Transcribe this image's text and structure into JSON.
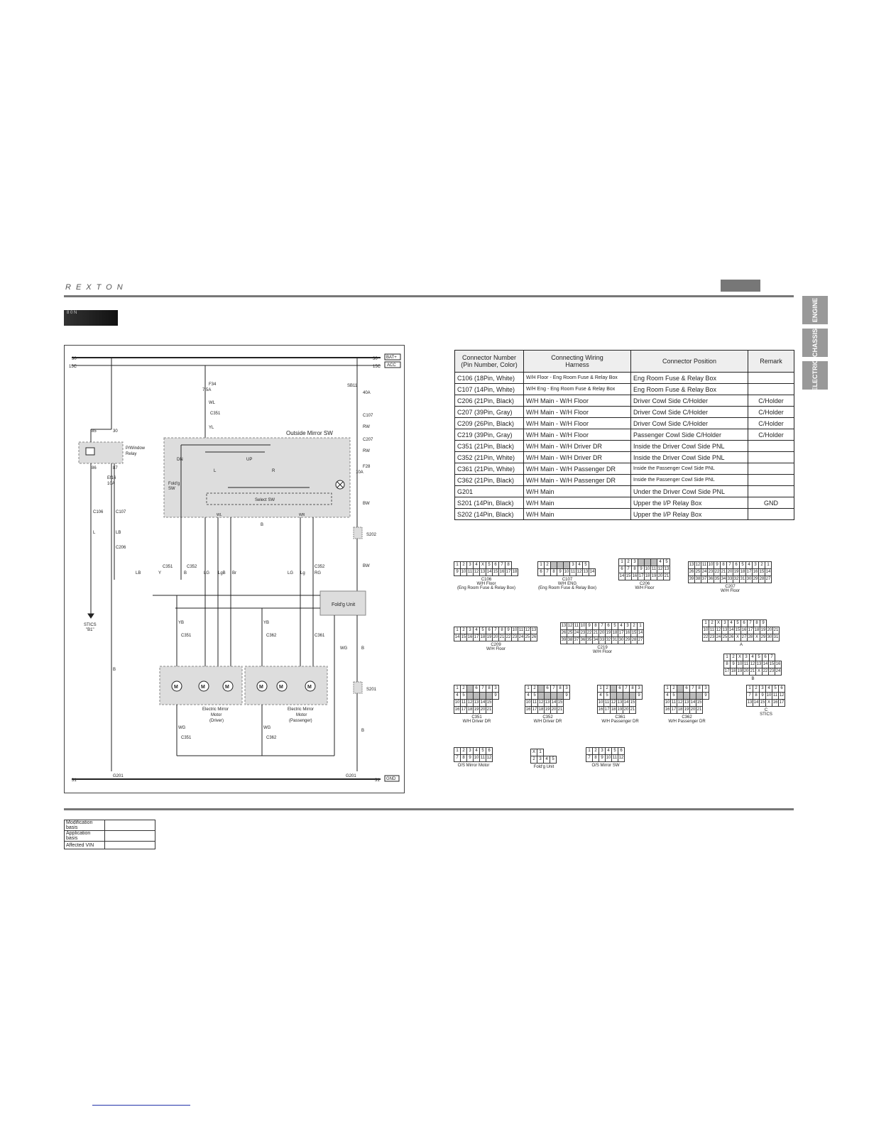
{
  "header": {
    "logo": "REXTON"
  },
  "section_tab": {
    "label": "8 0 N"
  },
  "side_tabs": [
    "ENGINE",
    "CHASSIS",
    "ELECTRIC"
  ],
  "diagram": {
    "power_labels": {
      "b30": "30",
      "b15c": "15C",
      "bat": "BAT+",
      "acc": "ACC",
      "gnd31": "31",
      "gnd": "GND"
    },
    "fuses": {
      "f34": "F34",
      "f34_rating": "7.5A",
      "sb11": "SB11",
      "sb11_rating": "40A",
      "f28": "F28",
      "f28_rating": "10A",
      "ef16": "Ef16",
      "ef16_rating": "10A"
    },
    "relay": {
      "name": "P/Window\nRelay",
      "pins": [
        "85",
        "30",
        "86",
        "87"
      ]
    },
    "switch_title": "Outside Mirror SW",
    "select_sw": "Select SW",
    "foldg_sw": "Fold'g\nSW",
    "foldg_unit": "Fold'g Unit",
    "motor_driver": "Electric Mirror\nMotor\n(Driver)",
    "motor_passenger": "Electric Mirror\nMotor\n(Passenger)",
    "stics": "STICS\n\"B1\"",
    "g201": "G201",
    "connectors": [
      "C106",
      "C107",
      "C206",
      "C207",
      "C351",
      "C352",
      "C361",
      "C362",
      "S201",
      "S202"
    ],
    "wire_colors": [
      "WL",
      "YL",
      "RW",
      "BW",
      "LB",
      "L",
      "Y",
      "B",
      "LG",
      "LgB",
      "Br",
      "Lg",
      "RG",
      "YB",
      "WG"
    ],
    "switch_labels": [
      "DN",
      "UP",
      "L",
      "R",
      "WL",
      "WR"
    ]
  },
  "connector_table": {
    "headers": [
      "Connector Number\n(Pin Number, Color)",
      "Connecting Wiring\nHarness",
      "Connector Position",
      "Remark"
    ],
    "rows": [
      [
        "C106 (18Pin, White)",
        "W/H Floor - Eng Room Fuse & Relay Box",
        "Eng Room Fuse & Relay Box",
        ""
      ],
      [
        "C107 (14Pin, White)",
        "W/H Eng - Eng Room Fuse & Relay Box",
        "Eng Room Fuse & Relay Box",
        ""
      ],
      [
        "C206 (21Pin, Black)",
        "W/H Main - W/H Floor",
        "Driver Cowl Side C/Holder",
        "C/Holder"
      ],
      [
        "C207 (39Pin, Gray)",
        "W/H Main - W/H Floor",
        "Driver Cowl Side C/Holder",
        "C/Holder"
      ],
      [
        "C209 (26Pin, Black)",
        "W/H Main - W/H Floor",
        "Driver Cowl Side C/Holder",
        "C/Holder"
      ],
      [
        "C219 (39Pin, Gray)",
        "W/H Main - W/H Floor",
        "Passenger Cowl Side C/Holder",
        "C/Holder"
      ],
      [
        "C351 (21Pin, Black)",
        "W/H Main - W/H Driver DR",
        "Inside the Driver Cowl Side PNL",
        ""
      ],
      [
        "C352 (21Pin, White)",
        "W/H Main - W/H Driver DR",
        "Inside the Driver Cowl Side PNL",
        ""
      ],
      [
        "C361 (21Pin, White)",
        "W/H Main - W/H Passenger DR",
        "Inside the Passenger Cowl Side PNL",
        ""
      ],
      [
        "C362 (21Pin, Black)",
        "W/H Main - W/H Passenger DR",
        "Inside the Passenger Cowl Side PNL",
        ""
      ],
      [
        "G201",
        "W/H Main",
        "Under the Driver Cowl Side PNL",
        ""
      ],
      [
        "S201 (14Pin, Black)",
        "W/H Main",
        "Upper the I/P Relay Box",
        "GND"
      ],
      [
        "S202 (14Pin, Black)",
        "W/H Main",
        "Upper the I/P Relay Box",
        ""
      ]
    ]
  },
  "connector_views": [
    {
      "label": "C106\nW/H Floor\n(Eng Room Fuse & Relay Box)",
      "rows": [
        [
          "1",
          "2",
          "3",
          "4",
          "X",
          "5",
          "6",
          "7",
          "8"
        ],
        [
          "9",
          "10",
          "11",
          "12",
          "13",
          "14",
          "15",
          "16",
          "17",
          "18"
        ]
      ]
    },
    {
      "label": "C107\nW/H ENG\n(Eng Room Fuse & Relay Box)",
      "rows": [
        [
          "1",
          "2",
          "",
          "",
          "",
          "3",
          "4",
          "5"
        ],
        [
          "6",
          "7",
          "8",
          "9",
          "10",
          "11",
          "12",
          "13",
          "14"
        ]
      ]
    },
    {
      "label": "C206\nW/H Floor",
      "rows": [
        [
          "1",
          "2",
          "3",
          "",
          "",
          "",
          "4",
          "5"
        ],
        [
          "6",
          "7",
          "8",
          "9",
          "10",
          "11",
          "12",
          "13"
        ],
        [
          "14",
          "15",
          "16",
          "17",
          "18",
          "19",
          "20",
          "21"
        ]
      ]
    },
    {
      "label": "C207\nW/H Floor",
      "rows": [
        [
          "13",
          "12",
          "11",
          "10",
          "9",
          "8",
          "7",
          "6",
          "5",
          "4",
          "3",
          "2",
          "1"
        ],
        [
          "26",
          "25",
          "24",
          "23",
          "22",
          "21",
          "20",
          "19",
          "18",
          "17",
          "16",
          "15",
          "14"
        ],
        [
          "39",
          "38",
          "37",
          "36",
          "35",
          "34",
          "33",
          "32",
          "31",
          "30",
          "29",
          "28",
          "27"
        ]
      ]
    },
    {
      "label": "C209\nW/H Floor",
      "rows": [
        [
          "1",
          "2",
          "3",
          "4",
          "5",
          "6",
          "7",
          "8",
          "9",
          "10",
          "11",
          "12",
          "13"
        ],
        [
          "14",
          "15",
          "16",
          "17",
          "18",
          "19",
          "20",
          "21",
          "22",
          "23",
          "24",
          "25",
          "26"
        ]
      ]
    },
    {
      "label": "C219\nW/H Floor",
      "rows": [
        [
          "13",
          "12",
          "11",
          "10",
          "9",
          "8",
          "7",
          "6",
          "5",
          "4",
          "3",
          "2",
          "1"
        ],
        [
          "26",
          "25",
          "24",
          "23",
          "22",
          "21",
          "20",
          "19",
          "18",
          "17",
          "16",
          "15",
          "14"
        ],
        [
          "39",
          "38",
          "37",
          "36",
          "35",
          "34",
          "33",
          "32",
          "31",
          "30",
          "29",
          "28",
          "27"
        ]
      ]
    },
    {
      "label": "A",
      "rows": [
        [
          "1",
          "2",
          "X",
          "3",
          "4",
          "5",
          "6",
          "7",
          "8",
          "9"
        ],
        [
          "10",
          "11",
          "12",
          "13",
          "14",
          "15",
          "16",
          "17",
          "18",
          "19",
          "20",
          "21"
        ],
        [
          "22",
          "23",
          "24",
          "25",
          "26",
          "X",
          "27",
          "28",
          "X",
          "29",
          "30",
          "31"
        ]
      ]
    },
    {
      "label": "B",
      "rows": [
        [
          "1",
          "2",
          "X",
          "3",
          "4",
          "5",
          "6",
          "7"
        ],
        [
          "8",
          "9",
          "10",
          "11",
          "12",
          "13",
          "14",
          "15",
          "16"
        ],
        [
          "17",
          "18",
          "19",
          "20",
          "21",
          "X",
          "22",
          "23",
          "24"
        ]
      ]
    },
    {
      "label": "C351\nW/H Driver DR",
      "rows": [
        [
          "1",
          "2",
          "",
          "6",
          "7",
          "8",
          "3"
        ],
        [
          "4",
          "5",
          "",
          "",
          "",
          "",
          "9"
        ],
        [
          "10",
          "11",
          "12",
          "13",
          "14",
          "15"
        ],
        [
          "16",
          "17",
          "18",
          "19",
          "20",
          "21"
        ]
      ]
    },
    {
      "label": "C352\nW/H Driver DR",
      "rows": [
        [
          "1",
          "2",
          "",
          "6",
          "7",
          "8",
          "3"
        ],
        [
          "4",
          "5",
          "",
          "",
          "",
          "",
          "9"
        ],
        [
          "10",
          "11",
          "12",
          "13",
          "14",
          "15"
        ],
        [
          "16",
          "17",
          "18",
          "19",
          "20",
          "21"
        ]
      ]
    },
    {
      "label": "C361\nW/H Passenger DR",
      "rows": [
        [
          "1",
          "2",
          "",
          "6",
          "7",
          "8",
          "3"
        ],
        [
          "4",
          "5",
          "",
          "",
          "",
          "",
          "9"
        ],
        [
          "10",
          "11",
          "12",
          "13",
          "14",
          "15"
        ],
        [
          "16",
          "17",
          "18",
          "19",
          "20",
          "21"
        ]
      ]
    },
    {
      "label": "C362\nW/H Passenger DR",
      "rows": [
        [
          "1",
          "2",
          "",
          "6",
          "7",
          "8",
          "3"
        ],
        [
          "4",
          "5",
          "",
          "",
          "",
          "",
          "9"
        ],
        [
          "10",
          "11",
          "12",
          "13",
          "14",
          "15"
        ],
        [
          "16",
          "17",
          "18",
          "19",
          "20",
          "21"
        ]
      ]
    },
    {
      "label": "C\nSTICS",
      "rows": [
        [
          "1",
          "2",
          "3",
          "4",
          "5",
          "6"
        ],
        [
          "7",
          "8",
          "9",
          "10",
          "11",
          "12"
        ],
        [
          "13",
          "14",
          "15",
          "X",
          "16",
          "17"
        ]
      ]
    },
    {
      "label": "O/S Mirror Motor",
      "rows": [
        [
          "1",
          "2",
          "3",
          "4",
          "5",
          "6"
        ],
        [
          "7",
          "8",
          "9",
          "10",
          "11",
          "12"
        ]
      ]
    },
    {
      "label": "Fold'g Unit",
      "rows": [
        [
          "X",
          "1"
        ],
        [
          "2",
          "3",
          "4",
          "5"
        ]
      ]
    },
    {
      "label": "O/S Mirror SW",
      "rows": [
        [
          "1",
          "2",
          "3",
          "4",
          "5",
          "6"
        ],
        [
          "7",
          "8",
          "9",
          "10",
          "11",
          "12"
        ]
      ]
    }
  ],
  "modification_table": {
    "rows": [
      [
        "Modification basis",
        ""
      ],
      [
        "Application basis",
        ""
      ],
      [
        "Affected VIN",
        ""
      ]
    ]
  }
}
